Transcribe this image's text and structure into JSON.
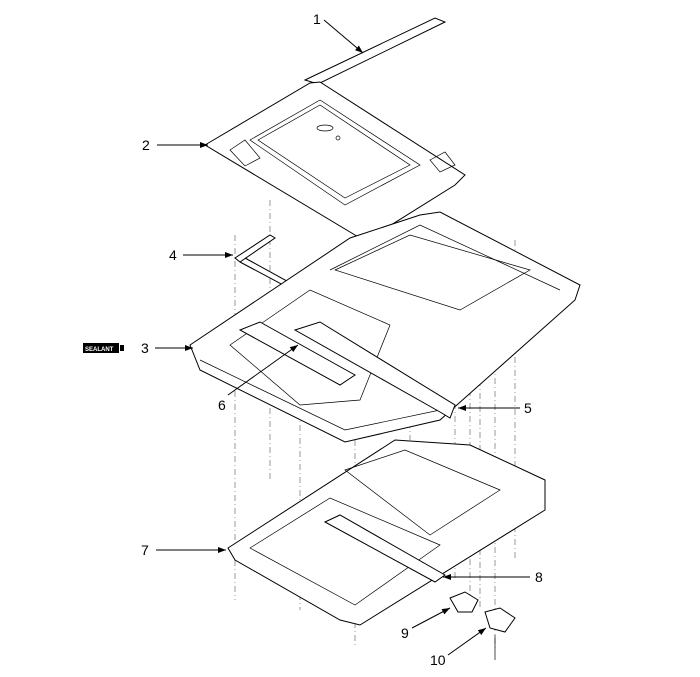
{
  "diagram": {
    "title": "Sunroof assembly exploded view",
    "sealant_label": "SEALANT",
    "callouts": [
      "1",
      "2",
      "3",
      "4",
      "5",
      "6",
      "7",
      "8",
      "9",
      "10"
    ]
  }
}
